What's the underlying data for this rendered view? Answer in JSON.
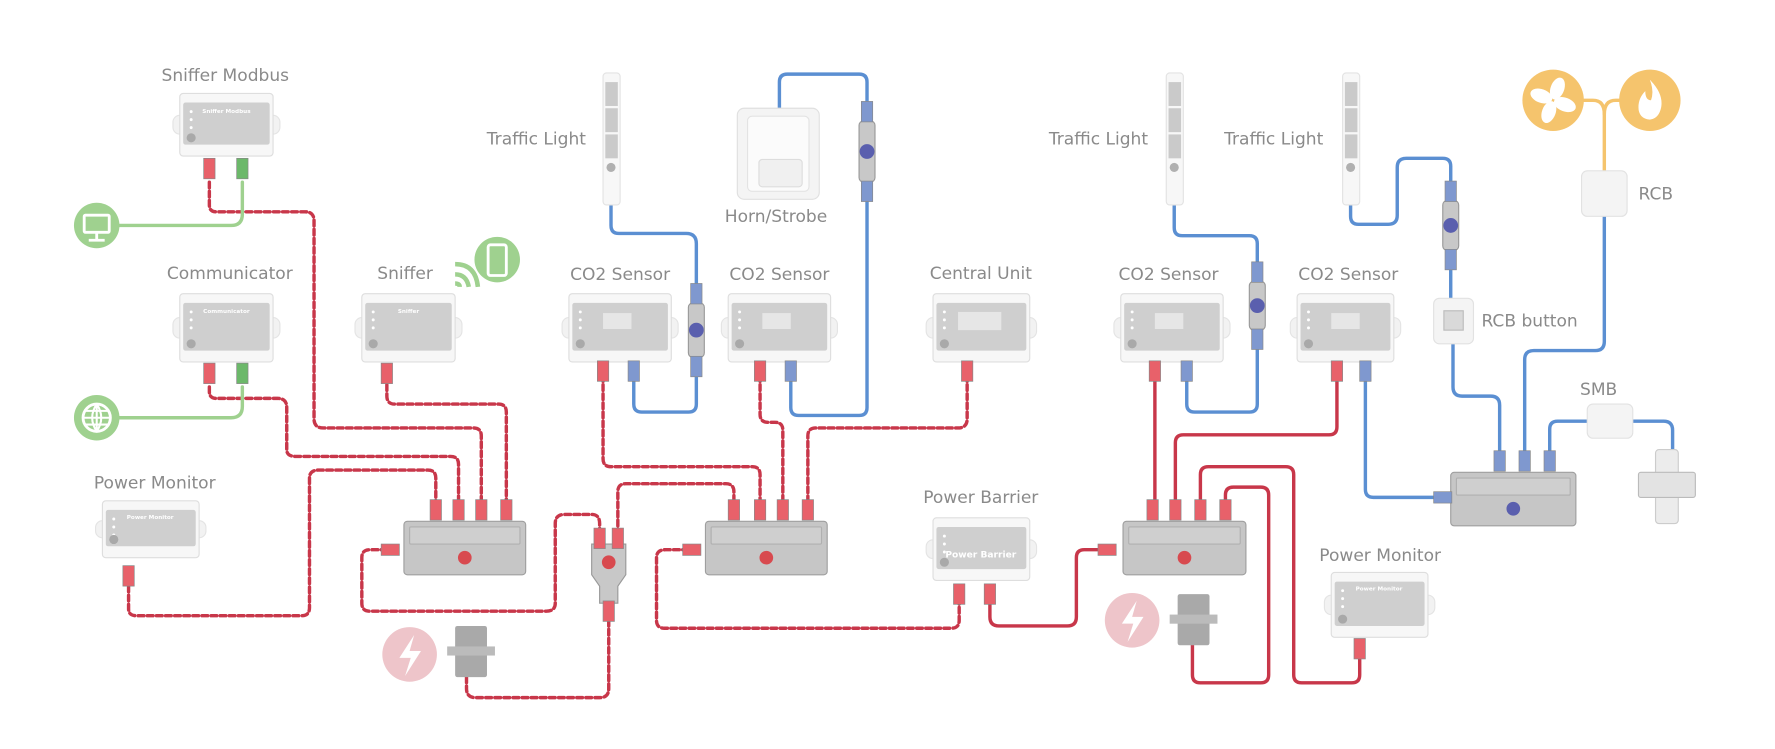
{
  "labels": {
    "sniffer_modbus": "Sniffer Modbus",
    "communicator": "Communicator",
    "power_monitor_left": "Power Monitor",
    "sniffer": "Sniffer",
    "traffic_light_1": "Traffic Light",
    "horn_strobe": "Horn/Strobe",
    "co2_sensor_1": "CO2 Sensor",
    "co2_sensor_2": "CO2 Sensor",
    "central_unit": "Central Unit",
    "power_barrier": "Power Barrier",
    "traffic_light_2": "Traffic Light",
    "traffic_light_3": "Traffic Light",
    "co2_sensor_3": "CO2 Sensor",
    "co2_sensor_4": "CO2 Sensor",
    "rcb_button": "RCB button",
    "rcb": "RCB",
    "smb": "SMB",
    "power_monitor_right": "Power Monitor"
  },
  "faceplates": {
    "sniffer_modbus": "Sniffer Modbus",
    "communicator": "Communicator",
    "sniffer": "Sniffer",
    "power_barrier": "Power Barrier",
    "power_monitor": "Power Monitor"
  },
  "icons": {
    "computer": "monitor-icon",
    "internet": "globe-icon",
    "mobile": "smartphone-icon",
    "fan": "fan-icon",
    "fire": "flame-icon",
    "power": "lightning-icon"
  },
  "colors": {
    "power_wire": "#c8374a",
    "bus_wire": "#5b8fd2",
    "network_wire": "#9fd18f",
    "relay_wire": "#f5c46d",
    "connector_red": "#e8616a",
    "connector_blue": "#7f98cf",
    "connector_green": "#6cb86a",
    "device_gray": "#cfcfcf",
    "power_icon_bg": "#eec5ca",
    "hub_dot_red": "#d84a4f",
    "hub_dot_blue": "#5a5fae"
  }
}
